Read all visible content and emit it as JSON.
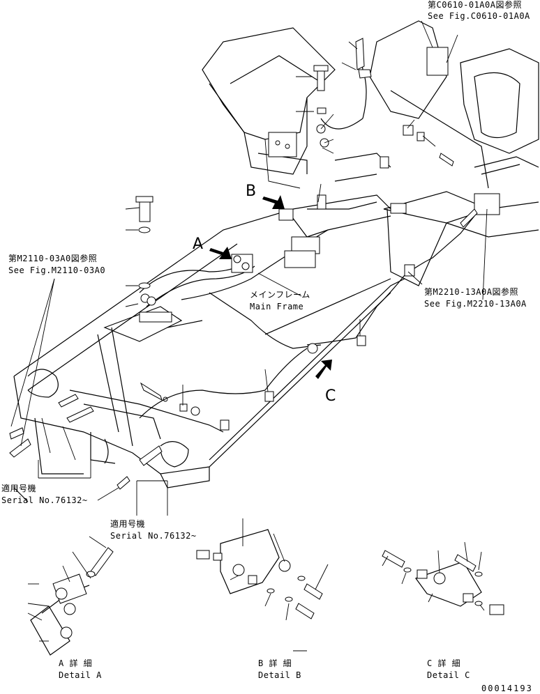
{
  "refs": {
    "top_right_jp": "第C0610-01A0A図参照",
    "top_right_en": "See Fig.C0610-01A0A",
    "left_jp": "第M2110-03A0図参照",
    "left_en": "See Fig.M2110-03A0",
    "right_jp": "第M2210-13A0A図参照",
    "right_en": "See Fig.M2210-13A0A"
  },
  "frame": {
    "jp": "メインフレーム",
    "en": "Main Frame"
  },
  "serial_left": {
    "jp": "適用号機",
    "en": "Serial No.76132~"
  },
  "serial_center": {
    "jp": "適用号機",
    "en": "Serial No.76132~"
  },
  "views": {
    "a": "A",
    "b": "B",
    "c": "C"
  },
  "details": [
    {
      "jp": "A 詳 細",
      "en": "Detail A"
    },
    {
      "jp": "B 詳 細",
      "en": "Detail B"
    },
    {
      "jp": "C 詳 細",
      "en": "Detail C"
    }
  ],
  "drawing_number": "00014193"
}
